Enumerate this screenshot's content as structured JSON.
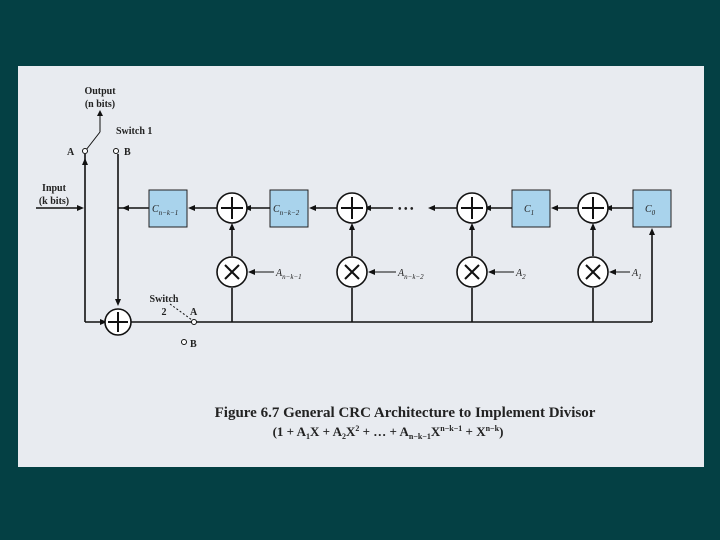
{
  "output_label": {
    "line1": "Output",
    "line2": "(n bits)"
  },
  "input_label": {
    "line1": "Input",
    "line2": "(k bits)"
  },
  "switch1_label": "Switch 1",
  "switch2_label": {
    "line1": "Switch",
    "line2": "2"
  },
  "switch_positions": {
    "a": "A",
    "b": "B"
  },
  "registers": [
    {
      "base": "C",
      "sub": "n−k−1"
    },
    {
      "base": "C",
      "sub": "n−k−2"
    },
    {
      "base": "C",
      "sub": "1"
    },
    {
      "base": "C",
      "sub": "0"
    }
  ],
  "multiplier_labels": [
    {
      "base": "A",
      "sub": "n−k−1"
    },
    {
      "base": "A",
      "sub": "n−k−2"
    },
    {
      "base": "A",
      "sub": "2"
    },
    {
      "base": "A",
      "sub": "1"
    }
  ],
  "ellipsis": "• • •",
  "caption": {
    "line1": "Figure 6.7  General CRC Architecture to Implement Divisor",
    "line2_parts": [
      "(1 + A",
      "1",
      "X + A",
      "2",
      "X",
      "2",
      " + … + A",
      "n−k−1",
      "X",
      "n−k−1",
      " + X",
      "n−k",
      ")"
    ]
  }
}
